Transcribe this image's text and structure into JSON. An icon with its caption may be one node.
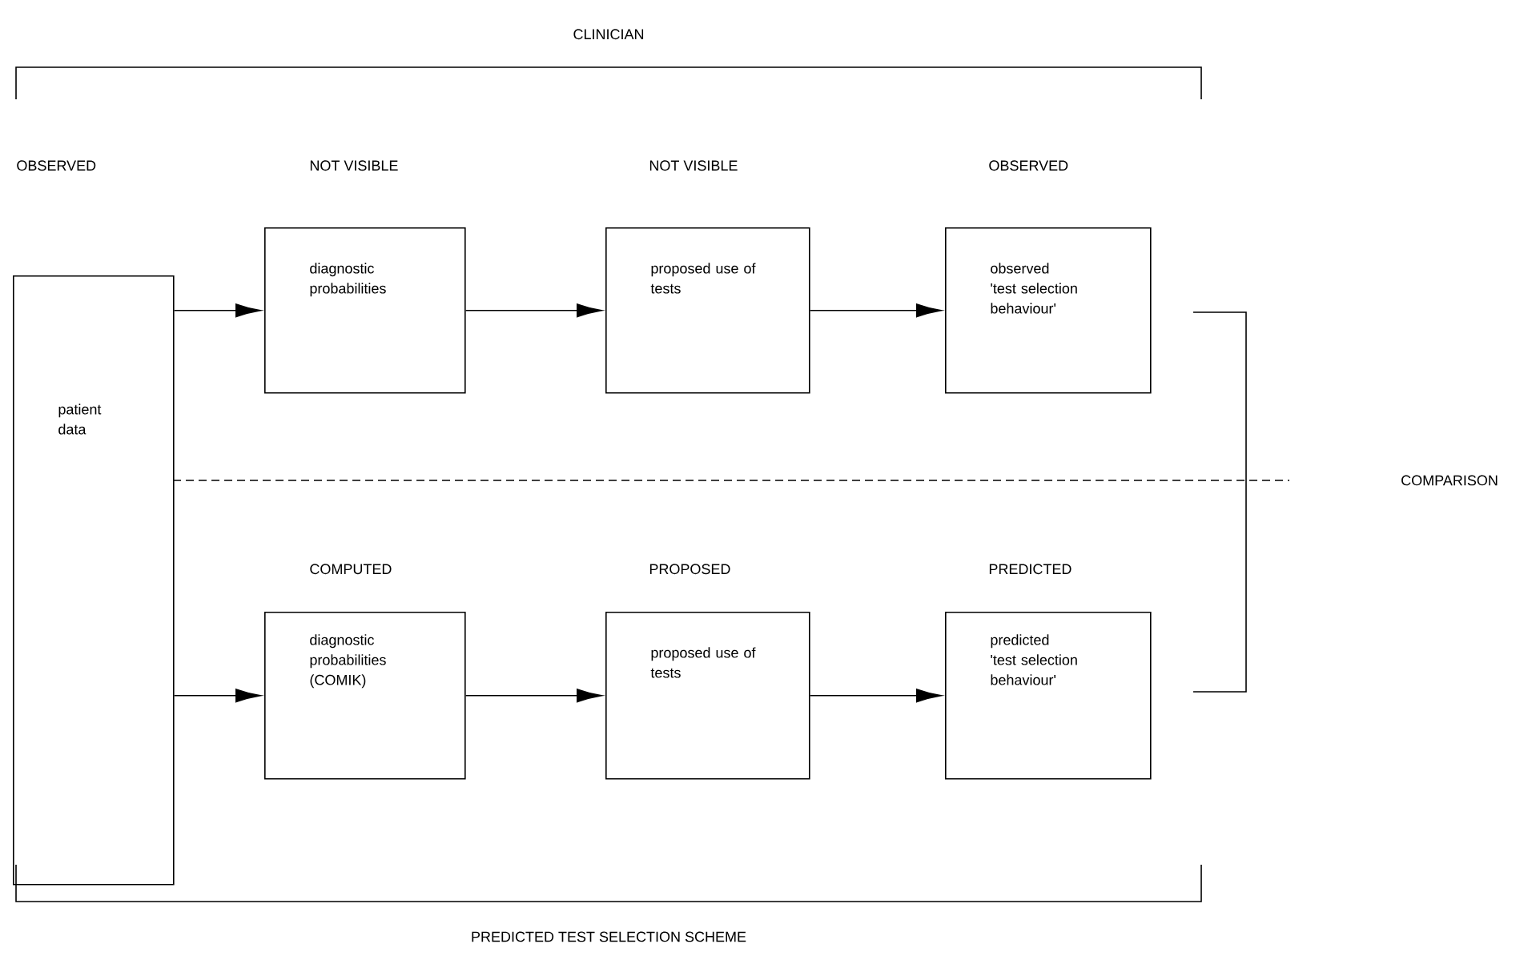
{
  "diagram": {
    "nodes": [
      {
        "text": [
          "patient data"
        ]
      },
      {
        "text": [
          "NOT VISIBLE",
          "diagnostic probabilities"
        ]
      },
      {
        "text": [
          "NOT VISIBLE",
          "proposed use of tests"
        ]
      },
      {
        "text": [
          "OBSERVED",
          "observed 'test selection behaviour'"
        ]
      },
      {
        "text": [
          "COMPUTED",
          "diagnostic probabilities (COMIK)"
        ]
      },
      {
        "text": [
          "PROPOSED",
          "proposed use of tests"
        ]
      },
      {
        "text": [
          "PREDICTED",
          "predicted 'test selection behaviour'"
        ]
      }
    ],
    "edges": [
      {
        "from": 0,
        "to": 1,
        "arrow": "to"
      },
      {
        "from": 1,
        "to": 2,
        "arrow": "to"
      },
      {
        "from": 2,
        "to": 3,
        "arrow": "to"
      },
      {
        "from": 0,
        "to": 4,
        "arrow": "to"
      },
      {
        "from": 4,
        "to": 5,
        "arrow": "to"
      },
      {
        "from": 5,
        "to": 6,
        "arrow": "to"
      }
    ],
    "labels": [
      "CLINICIAN",
      "OBSERVED",
      "COMPARISON",
      "PREDICTED TEST SELECTION SCHEME"
    ]
  }
}
